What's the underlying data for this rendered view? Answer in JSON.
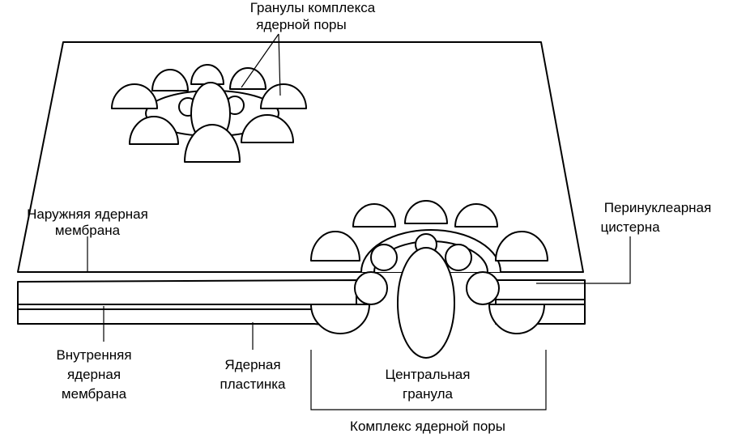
{
  "labels": {
    "granules_line1": "Гранулы комплекса",
    "granules_line2": "ядерной поры",
    "outer_line1": "Наружняя ядерная",
    "outer_line2": "мембрана",
    "perinuclear_line1": "Перинуклеарная",
    "perinuclear_line2": "цистерна",
    "inner_line1": "Внутренняя",
    "inner_line2": "ядерная",
    "inner_line3": "мембрана",
    "lamina_line1": "Ядерная",
    "lamina_line2": "пластинка",
    "central_line1": "Центральная",
    "central_line2": "гранула",
    "complex": "Комплекс ядерной поры"
  },
  "colors": {
    "stroke": "#000000",
    "fill": "#ffffff"
  }
}
